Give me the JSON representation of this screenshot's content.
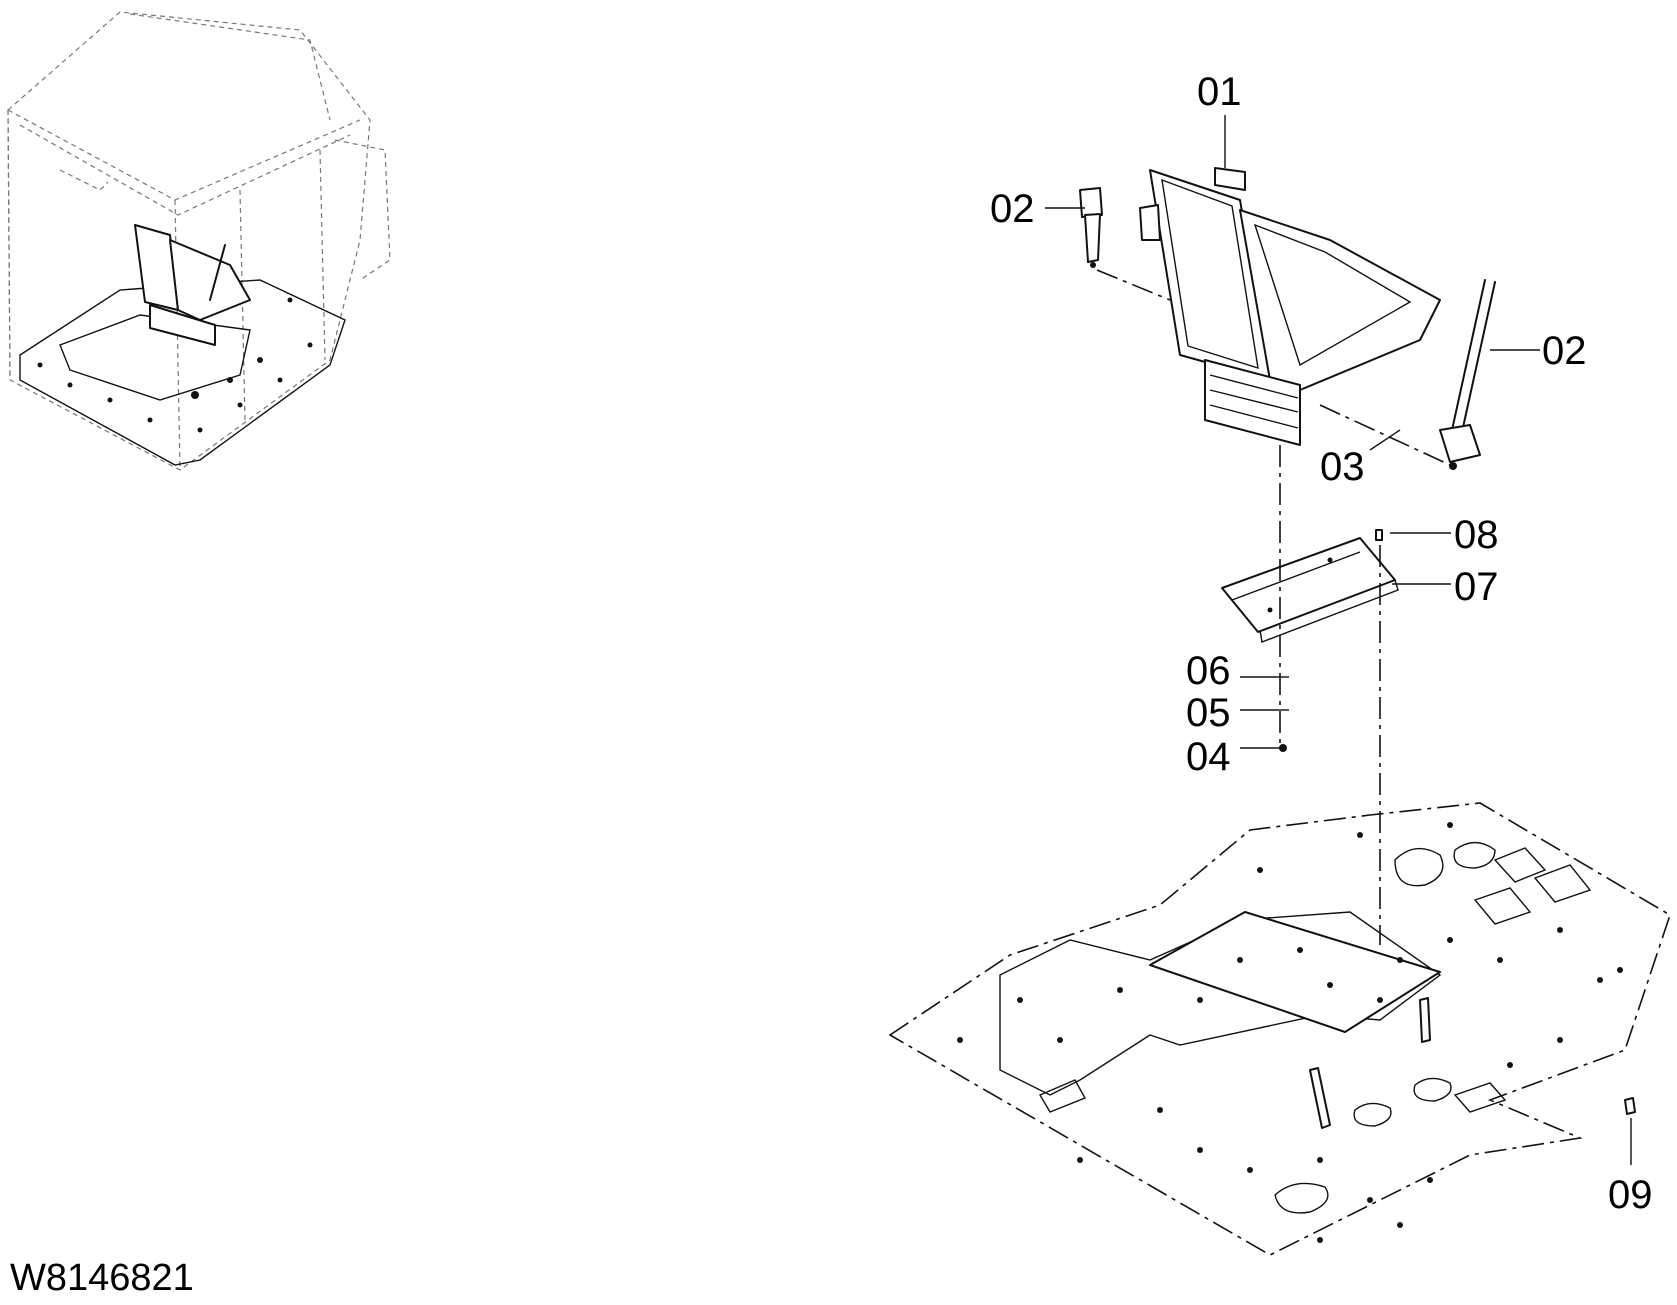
{
  "drawing_code": "W8146821",
  "callouts": [
    {
      "id": "01",
      "text": "01"
    },
    {
      "id": "02a",
      "text": "02"
    },
    {
      "id": "02b",
      "text": "02"
    },
    {
      "id": "03",
      "text": "03"
    },
    {
      "id": "04",
      "text": "04"
    },
    {
      "id": "05",
      "text": "05"
    },
    {
      "id": "06",
      "text": "06"
    },
    {
      "id": "07",
      "text": "07"
    },
    {
      "id": "08",
      "text": "08"
    },
    {
      "id": "09",
      "text": "09"
    }
  ]
}
